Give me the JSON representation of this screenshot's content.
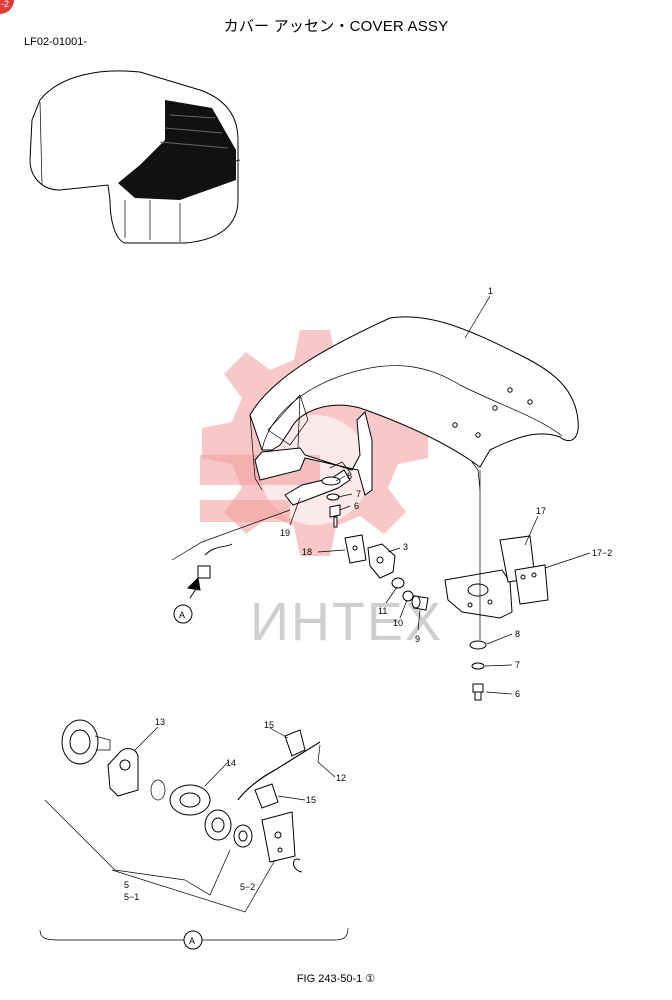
{
  "page": {
    "title": "カバー アッセン・COVER ASSY",
    "model_code": "LF02-01001-",
    "figure_ref": "FIG 243-50-1 ①",
    "corner_badge": "-2"
  },
  "watermark": {
    "text": "ИНТЕХ",
    "color": "#f29a9a"
  },
  "callouts": {
    "c1": "1",
    "c3": "3",
    "c5": "5",
    "c5_1": "5−1",
    "c5_2": "5−2",
    "c6a": "6",
    "c6b": "6",
    "c7a": "7",
    "c7b": "7",
    "c8a": "8",
    "c8b": "8",
    "c9": "9",
    "c10": "10",
    "c11": "11",
    "c12": "12",
    "c13": "13",
    "c14": "14",
    "c15a": "15",
    "c15b": "15",
    "c17": "17",
    "c17_2": "17−2",
    "c18": "18",
    "c19": "19",
    "ref_a1": "A",
    "ref_a2": "A"
  }
}
